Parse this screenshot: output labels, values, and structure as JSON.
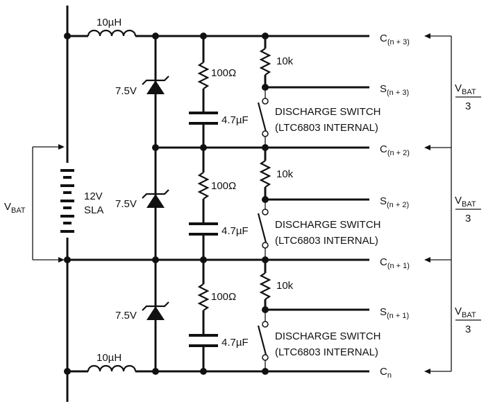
{
  "inductor_top": "10µH",
  "inductor_bottom": "10µH",
  "battery": {
    "voltage": "12V",
    "type": "SLA"
  },
  "vbat_left": {
    "main": "V",
    "sub": "BAT"
  },
  "cells": [
    {
      "zener": "7.5V",
      "resistor": "100Ω",
      "capacitor": "4.7µF",
      "pullup": "10k",
      "switch_line1": "DISCHARGE SWITCH",
      "switch_line2": "(LTC6803 INTERNAL)",
      "c_main": "C",
      "c_sub": "(n + 3)",
      "s_main": "S",
      "s_sub": "(n + 3)",
      "vbat_main": "V",
      "vbat_sub": "BAT",
      "vbat_den": "3"
    },
    {
      "zener": "7.5V",
      "resistor": "100Ω",
      "capacitor": "4.7µF",
      "pullup": "10k",
      "switch_line1": "DISCHARGE SWITCH",
      "switch_line2": "(LTC6803 INTERNAL)",
      "c_main": "C",
      "c_sub": "(n + 2)",
      "s_main": "S",
      "s_sub": "(n + 2)",
      "vbat_main": "V",
      "vbat_sub": "BAT",
      "vbat_den": "3"
    },
    {
      "zener": "7.5V",
      "resistor": "100Ω",
      "capacitor": "4.7µF",
      "pullup": "10k",
      "switch_line1": "DISCHARGE SWITCH",
      "switch_line2": "(LTC6803 INTERNAL)",
      "c_main": "C",
      "c_sub": "(n + 1)",
      "s_main": "S",
      "s_sub": "(n + 1)",
      "vbat_main": "V",
      "vbat_sub": "BAT",
      "vbat_den": "3"
    }
  ],
  "cn": {
    "main": "C",
    "sub": "n"
  }
}
